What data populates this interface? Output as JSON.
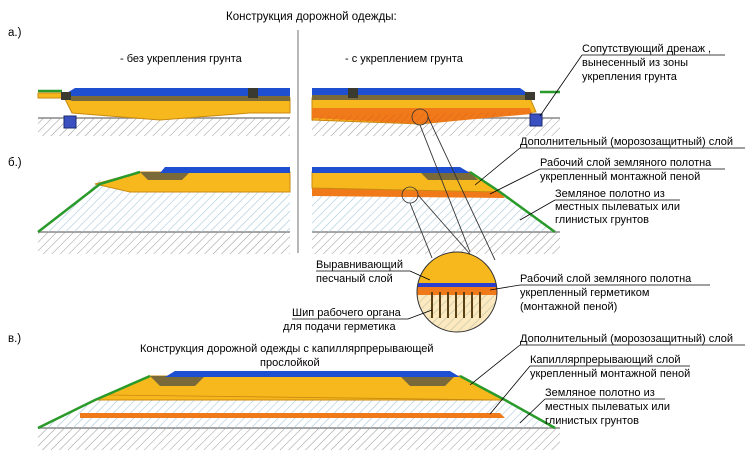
{
  "title": "Конструкция дорожной одежды:",
  "row_labels": {
    "a": "а.)",
    "b": "б.)",
    "c": "в.)"
  },
  "row_a": {
    "left_caption": "- без укрепления грунта",
    "right_caption": "- с укреплением грунта",
    "drain_callout": [
      "Сопутствующий дренаж ,",
      "вынесенный из зоны",
      "укрепления грунта"
    ]
  },
  "row_b": {
    "frost_callout": "Дополнительный (морозозащитный) слой",
    "work_layer_callout": [
      "Рабочий слой земляного полотна",
      "укрепленный монтажной пеной"
    ],
    "subgrade_callout": [
      "Земляное полотно из",
      "местных пылеватых или",
      "глинистых грунтов"
    ]
  },
  "detail": {
    "sand_callout": [
      "Выравнивающий",
      "песчаный слой"
    ],
    "sealant_layer_callout": [
      "Рабочий слой земляного полотна",
      "укрепленный герметиком",
      "(монтажной пеной)"
    ],
    "spike_callout": [
      "Шип рабочего органа",
      "для подачи герметика"
    ]
  },
  "row_c": {
    "caption": [
      "Конструкция дорожной одежды с капиллярпрерывающей",
      "прослойкой"
    ],
    "frost_callout": "Дополнительный (морозозащитный) слой",
    "capillary_callout": [
      "Капиллярпрерывающий слой",
      "укрепленный монтажной пеной"
    ],
    "subgrade_callout": [
      "Земляное полотно из",
      "местных пылеватых или",
      "глинистых грунтов"
    ]
  },
  "colors": {
    "asphalt": "#1f4fd1",
    "base": "#f7b81e",
    "base_dark": "#c98a10",
    "binder": "#7a6a3a",
    "slope": "#2a9a2a",
    "foam": "#f07a1a",
    "hatch": "#a7c8d8",
    "ground": "#888888"
  }
}
